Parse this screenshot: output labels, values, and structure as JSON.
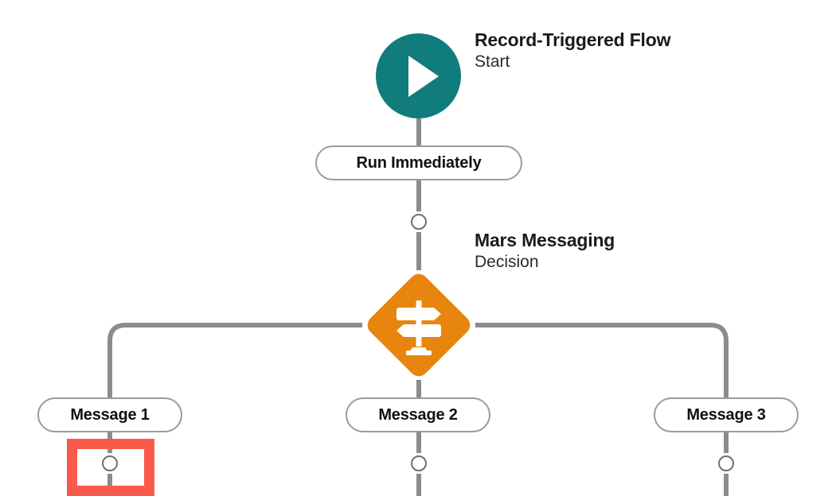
{
  "flow": {
    "nodes": {
      "start": {
        "icon": "play-triangle-icon",
        "title": "Record-Triggered Flow",
        "subtitle": "Start",
        "color": "#107c7c"
      },
      "schedule_pill": {
        "label": "Run Immediately"
      },
      "decision": {
        "icon": "signpost-icon",
        "title": "Mars Messaging",
        "subtitle": "Decision",
        "color": "#e8850c"
      },
      "branches": [
        {
          "label": "Message 1"
        },
        {
          "label": "Message 2"
        },
        {
          "label": "Message 3"
        }
      ]
    },
    "connectors": {
      "line_color": "#8c8c8c",
      "circle_stroke": "#6f6f6f"
    },
    "selection": {
      "target": "connector-circle-message-1",
      "color": "#fa5a4b"
    }
  }
}
